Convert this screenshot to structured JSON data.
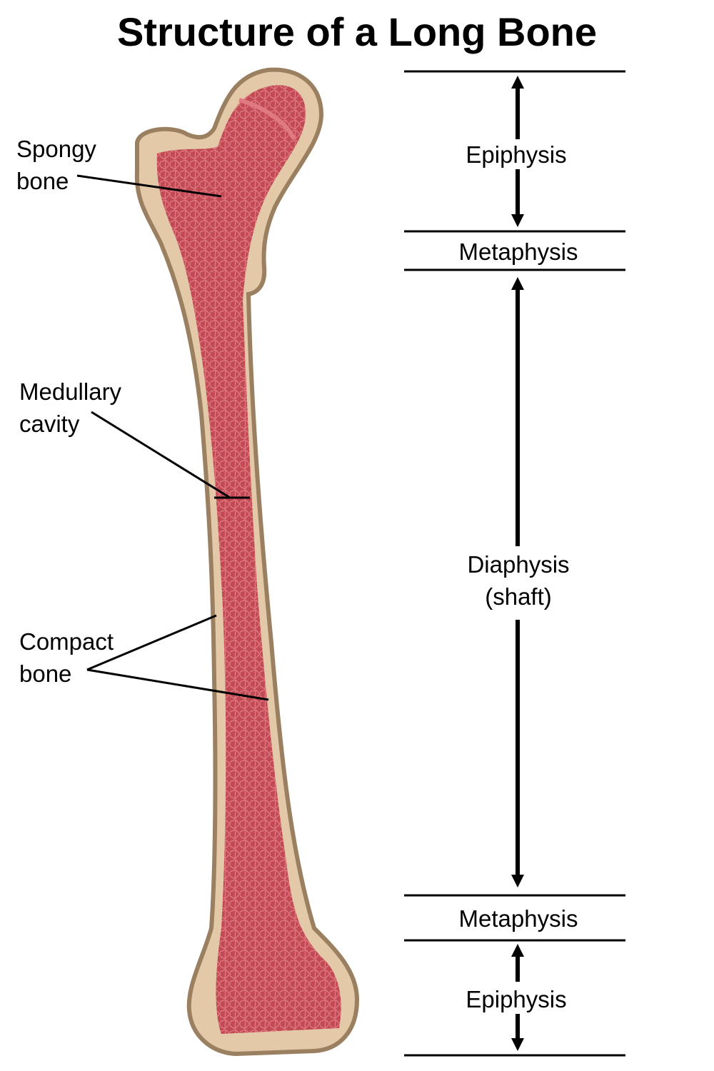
{
  "title": "Structure of a Long Bone",
  "left_labels": {
    "spongy": [
      "Spongy",
      "bone"
    ],
    "medullary": [
      "Medullary",
      "cavity"
    ],
    "compact": [
      "Compact",
      "bone"
    ]
  },
  "regions": {
    "epiphysis_top": "Epiphysis",
    "metaphysis_top": "Metaphysis",
    "diaphysis": [
      "Diaphysis",
      "(shaft)"
    ],
    "metaphysis_bottom": "Metaphysis",
    "epiphysis_bottom": "Epiphysis"
  },
  "colors": {
    "compact_bone": "#e3c9a8",
    "outline": "#9a8060",
    "spongy_bone": "#c24a55",
    "trabeculae": "#e07a82"
  }
}
